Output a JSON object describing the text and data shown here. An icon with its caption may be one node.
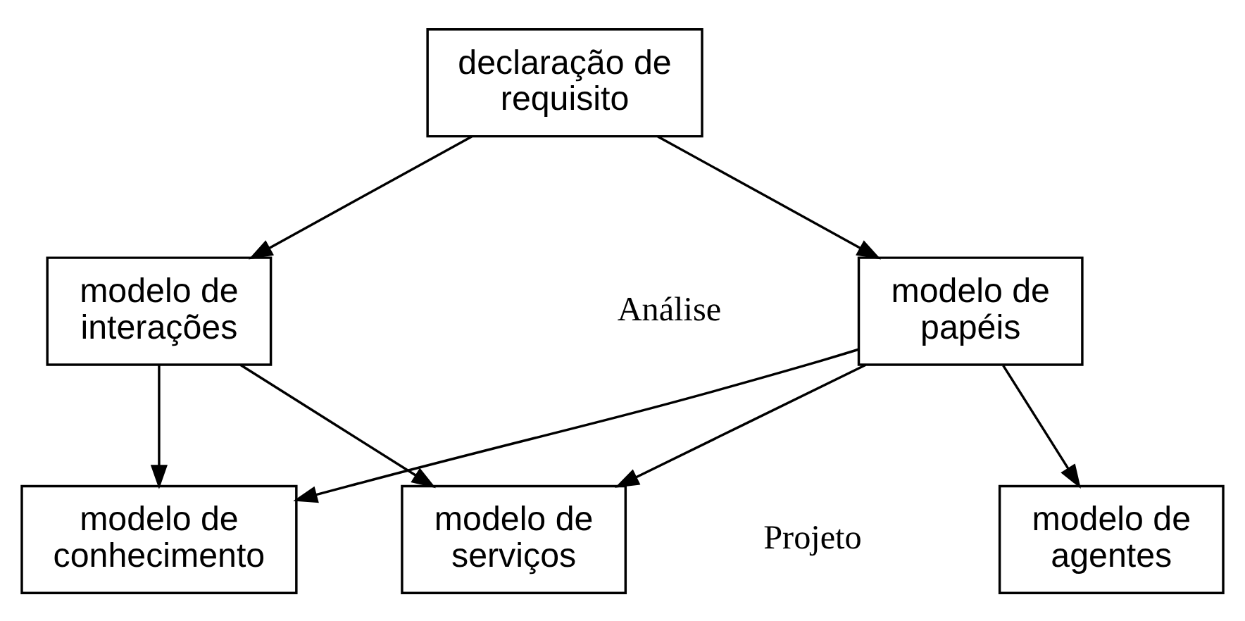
{
  "diagram": {
    "nodes": [
      {
        "text": [
          "declaração de requisito"
        ]
      },
      {
        "text": [
          "modelo de papéis"
        ]
      },
      {
        "text": [
          "modelo de interações"
        ]
      },
      {
        "text": [
          "modelo de agentes"
        ]
      },
      {
        "text": [
          "modelo de serviços"
        ]
      },
      {
        "text": [
          "modelo de conhecimento"
        ]
      }
    ],
    "edges": [
      {
        "from": 0,
        "to": 1,
        "arrow": "to"
      },
      {
        "from": 0,
        "to": 2,
        "arrow": "to"
      },
      {
        "from": 1,
        "to": 3,
        "arrow": "to"
      },
      {
        "from": 1,
        "to": 4,
        "arrow": "to"
      },
      {
        "from": 1,
        "to": 5,
        "arrow": "to"
      },
      {
        "from": 2,
        "to": 4,
        "arrow": "to"
      },
      {
        "from": 2,
        "to": 5,
        "arrow": "to"
      }
    ],
    "labels": [
      "Análise",
      "Projeto"
    ]
  }
}
